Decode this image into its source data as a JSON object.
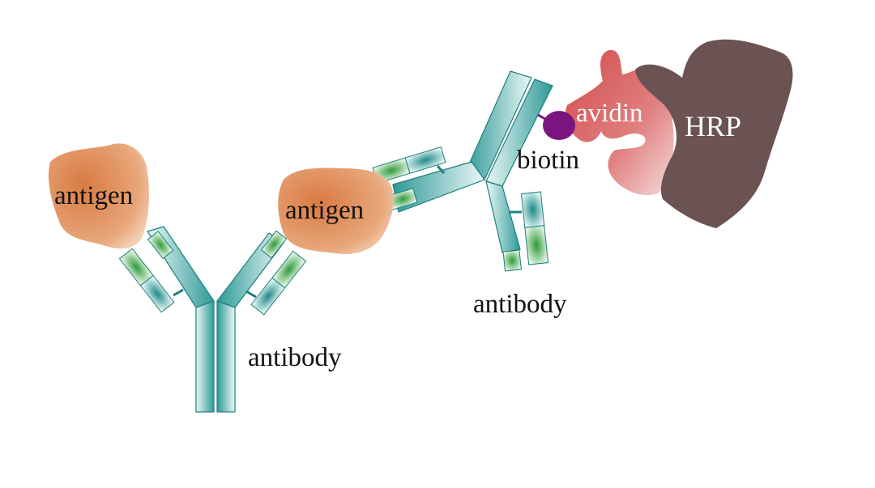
{
  "labels": {
    "antigen_left": "antigen",
    "antigen_center": "antigen",
    "antibody_primary": "antibody",
    "antibody_secondary": "antibody",
    "biotin": "biotin",
    "avidin": "avidin",
    "hrp": "HRP"
  },
  "colors": {
    "antibody_teal": "#2e9a98",
    "antibody_light": "#d6efee",
    "antibody_stroke": "#1e7f7c",
    "variable_green": "#2f9a3a",
    "antigen_orange": "#d97a42",
    "antigen_light": "#f7ddc8",
    "biotin_purple": "#7a1580",
    "avidin_red": "#d34b4b",
    "hrp_brown": "#6a5352"
  }
}
